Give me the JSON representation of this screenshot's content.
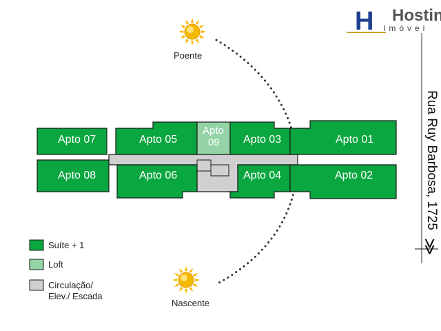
{
  "logo": {
    "name": "Hostin",
    "subtitle": "Imóvei",
    "monogram": "H"
  },
  "directions": {
    "west": "Poente",
    "east": "Nascente"
  },
  "street": {
    "label": "Rua Ruy Barbosa, 1725",
    "arrow": "≫"
  },
  "apartments": [
    {
      "label": "Apto 07",
      "type": "suite"
    },
    {
      "label": "Apto 05",
      "type": "suite"
    },
    {
      "label": "Apto 03",
      "type": "suite"
    },
    {
      "label": "Apto 01",
      "type": "suite"
    },
    {
      "label": "Apto 08",
      "type": "suite"
    },
    {
      "label": "Apto 06",
      "type": "suite"
    },
    {
      "label": "Apto 04",
      "type": "suite"
    },
    {
      "label": "Apto 02",
      "type": "suite"
    }
  ],
  "loft": {
    "line1": "Apto",
    "line2": "09",
    "type": "loft"
  },
  "legend": [
    {
      "label": "Suíte + 1",
      "color": "#0aa63f"
    },
    {
      "label": "Loft",
      "color": "#93d3a5"
    },
    {
      "line1": "Circulação/",
      "line2": "Elev./ Escada",
      "color": "#d0d0d0"
    }
  ],
  "colors": {
    "suite": "#0aa63f",
    "loft": "#93d3a5",
    "circulation": "#d0d0d0",
    "outline": "#1a1a1a",
    "sun": "#f5b800",
    "logo_blue": "#1f3f8f",
    "logo_gold": "#c9a227"
  }
}
